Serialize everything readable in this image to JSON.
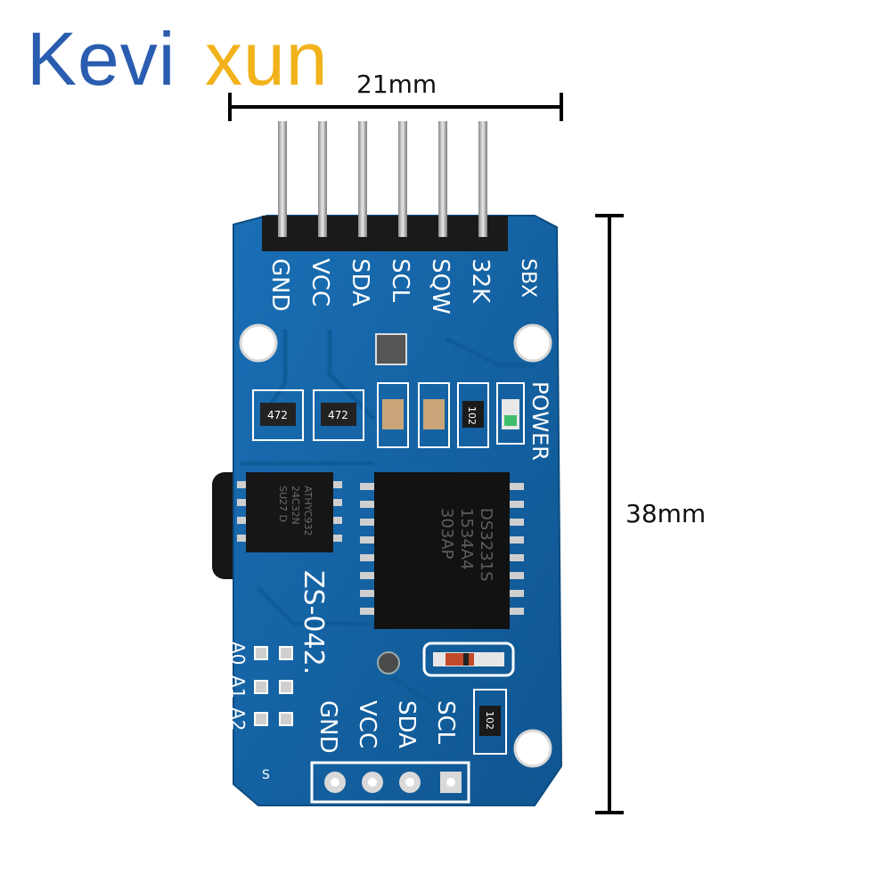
{
  "brand": {
    "part1": "Kevi",
    "part2": "xun",
    "color1": "#2a5db0",
    "color2": "#f2b21b"
  },
  "dimensions": {
    "width_label": "21mm",
    "height_label": "38mm"
  },
  "board": {
    "color": "#1565a8",
    "model": "ZS-042.",
    "top_pins": [
      "GND",
      "VCC",
      "SDA",
      "SCL",
      "SQW",
      "32K"
    ],
    "sbx": "SBX",
    "power": "POWER",
    "bottom_pins": [
      "GND",
      "VCC",
      "SDA",
      "SCL"
    ],
    "address_labels": [
      "A0",
      "A1",
      "A2"
    ],
    "resistor_array_codes": [
      "472",
      "472"
    ],
    "resistor_codes": [
      "102",
      "102"
    ],
    "main_chip_text": [
      "DS3231S",
      "1534A4",
      "303AP"
    ],
    "eeprom_text": [
      "ATHYC932",
      "24C32N",
      "SU27 D"
    ],
    "s_mark": "S"
  }
}
